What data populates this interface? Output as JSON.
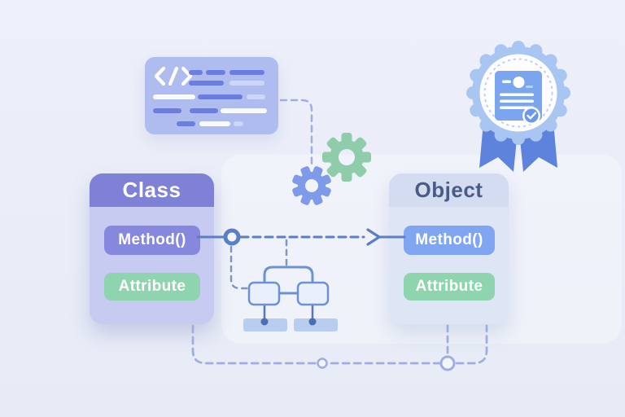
{
  "class_card": {
    "title": "Class",
    "method_label": "Method()",
    "attribute_label": "Attribute"
  },
  "object_card": {
    "title": "Object",
    "method_label": "Method()",
    "attribute_label": "Attribute"
  },
  "icons": {
    "code": "code-icon",
    "gears": "gear-icon",
    "badge": "certificate-badge-icon",
    "check": "checkmark-icon"
  },
  "palette": {
    "background_top": "#edf0fa",
    "background_bottom": "#e7ebf6",
    "class_header": "#7e81d6",
    "class_body": "#c7caf1",
    "class_method_pill": "#8588dd",
    "object_header": "#d3dcf0",
    "object_body": "#dee6f6",
    "object_method_pill": "#80a5f1",
    "object_title_text": "#4a5b86",
    "attribute_pill": "#8ed5af",
    "code_card": "#aebcf0",
    "code_bar_dark": "#6b7de0",
    "code_bar_light": "#ccd6f8",
    "code_bar_white": "#f8faff",
    "badge_scallop": "#a9c5f1",
    "badge_document": "#7ba6ef",
    "badge_ribbon": "#5d83dc",
    "badge_check_fill": "#6b98ea",
    "gear_green": "#8fcdaa",
    "gear_blue": "#7e9ae9",
    "line_strong": "#5b7ec5",
    "line_mid": "#7d95cc",
    "line_soft": "#a0aede",
    "tree_line": "#6c92d4",
    "tree_box_fill": "#e9effb",
    "platform": "#b9cdf0",
    "dot": "#4a6db4",
    "dot_line": "#5577bb"
  }
}
